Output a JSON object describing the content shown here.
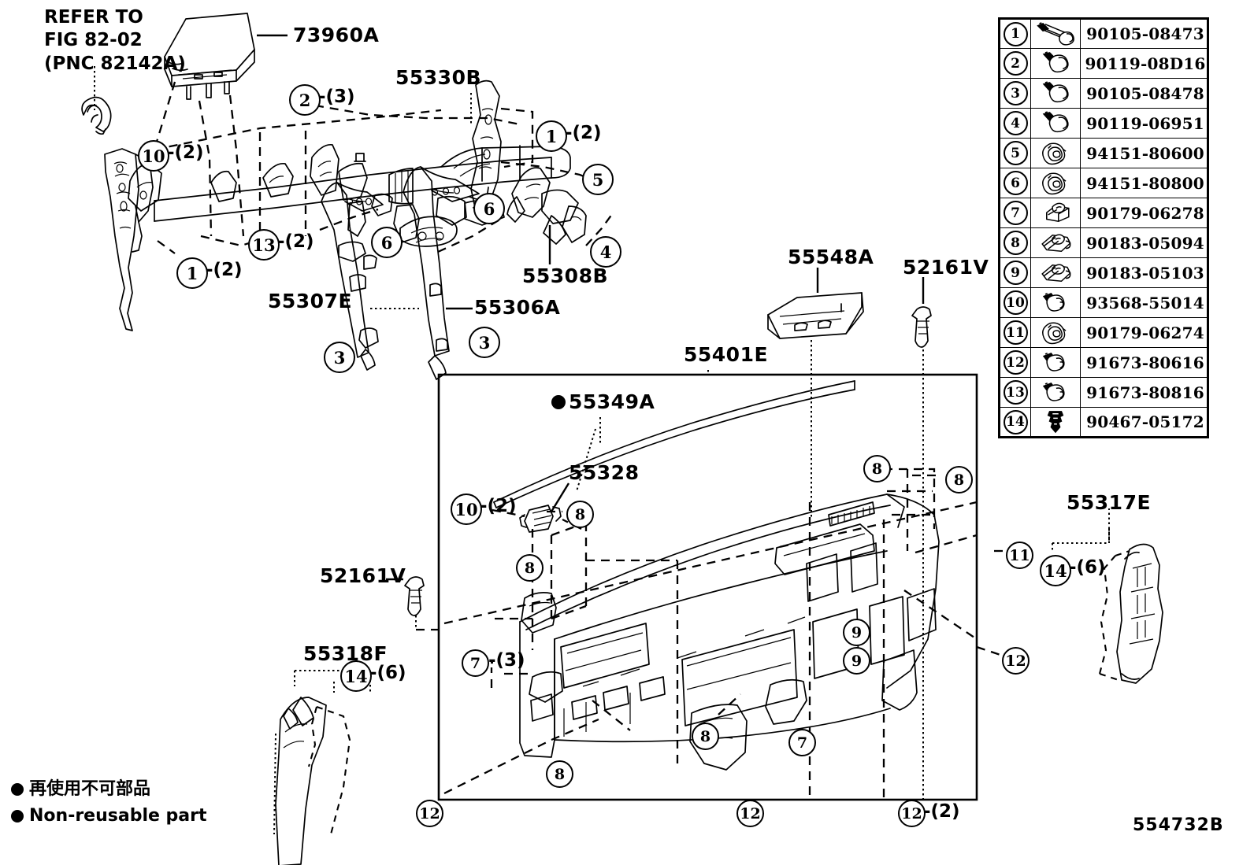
{
  "diagram": {
    "id_code": "554732B",
    "refer_note": "REFER TO\nFIG 82-02\n(PNC 82142A)",
    "legend": {
      "japanese": "再使用不可部品",
      "english": "Non-reusable part"
    }
  },
  "part_labels": [
    {
      "id": "lbl-73960A",
      "text": "73960A"
    },
    {
      "id": "lbl-55330B",
      "text": "55330B"
    },
    {
      "id": "lbl-55308B",
      "text": "55308B"
    },
    {
      "id": "lbl-55307E",
      "text": "55307E"
    },
    {
      "id": "lbl-55306A",
      "text": "55306A"
    },
    {
      "id": "lbl-55548A",
      "text": "55548A"
    },
    {
      "id": "lbl-52161V-top",
      "text": "52161V"
    },
    {
      "id": "lbl-52161V-left",
      "text": "52161V"
    },
    {
      "id": "lbl-55401E",
      "text": "55401E"
    },
    {
      "id": "lbl-55349A",
      "text": "55349A"
    },
    {
      "id": "lbl-55328",
      "text": "55328"
    },
    {
      "id": "lbl-55318F",
      "text": "55318F"
    },
    {
      "id": "lbl-55317E",
      "text": "55317E"
    }
  ],
  "callouts": [
    {
      "id": "c-2-top",
      "num": "2",
      "qty": "-(3)"
    },
    {
      "id": "c-1-right",
      "num": "1",
      "qty": "-(2)"
    },
    {
      "id": "c-10-top",
      "num": "10",
      "qty": "-(2)"
    },
    {
      "id": "c-13",
      "num": "13",
      "qty": "-(2)"
    },
    {
      "id": "c-1-left",
      "num": "1",
      "qty": "-(2)"
    },
    {
      "id": "c-5",
      "num": "5",
      "qty": ""
    },
    {
      "id": "c-6-upper",
      "num": "6",
      "qty": ""
    },
    {
      "id": "c-6-mid",
      "num": "6",
      "qty": ""
    },
    {
      "id": "c-4",
      "num": "4",
      "qty": ""
    },
    {
      "id": "c-3-left",
      "num": "3",
      "qty": ""
    },
    {
      "id": "c-3-right",
      "num": "3",
      "qty": ""
    },
    {
      "id": "c-10-panel",
      "num": "10",
      "qty": "-(2)"
    },
    {
      "id": "c-8-a",
      "num": "8",
      "qty": ""
    },
    {
      "id": "c-8-b",
      "num": "8",
      "qty": ""
    },
    {
      "id": "c-8-c",
      "num": "8",
      "qty": ""
    },
    {
      "id": "c-8-d",
      "num": "8",
      "qty": ""
    },
    {
      "id": "c-8-e",
      "num": "8",
      "qty": ""
    },
    {
      "id": "c-8-f",
      "num": "8",
      "qty": ""
    },
    {
      "id": "c-9-a",
      "num": "9",
      "qty": ""
    },
    {
      "id": "c-9-b",
      "num": "9",
      "qty": ""
    },
    {
      "id": "c-7-left",
      "num": "7",
      "qty": "-(3)"
    },
    {
      "id": "c-7-bottom",
      "num": "7",
      "qty": ""
    },
    {
      "id": "c-11",
      "num": "11",
      "qty": ""
    },
    {
      "id": "c-12-right",
      "num": "12",
      "qty": ""
    },
    {
      "id": "c-14-left",
      "num": "14",
      "qty": "-(6)"
    },
    {
      "id": "c-14-right",
      "num": "14",
      "qty": "-(6)"
    },
    {
      "id": "c-12-bl",
      "num": "12",
      "qty": ""
    },
    {
      "id": "c-12-bm",
      "num": "12",
      "qty": ""
    },
    {
      "id": "c-12-br",
      "num": "12",
      "qty": "-(2)"
    }
  ],
  "parts_table": {
    "rows": [
      {
        "num": "1",
        "part_number": "90105-08473",
        "icon": "long-flange-bolt-icon"
      },
      {
        "num": "2",
        "part_number": "90119-08D16",
        "icon": "flange-bolt-icon"
      },
      {
        "num": "3",
        "part_number": "90105-08478",
        "icon": "flange-bolt-icon"
      },
      {
        "num": "4",
        "part_number": "90119-06951",
        "icon": "flange-bolt-icon"
      },
      {
        "num": "5",
        "part_number": "94151-80600",
        "icon": "flange-nut-icon"
      },
      {
        "num": "6",
        "part_number": "94151-80800",
        "icon": "flange-nut-icon"
      },
      {
        "num": "7",
        "part_number": "90179-06278",
        "icon": "clip-nut-icon"
      },
      {
        "num": "8",
        "part_number": "90183-05094",
        "icon": "u-clip-nut-icon"
      },
      {
        "num": "9",
        "part_number": "90183-05103",
        "icon": "u-clip-nut-icon"
      },
      {
        "num": "10",
        "part_number": "93568-55014",
        "icon": "screw-icon"
      },
      {
        "num": "11",
        "part_number": "90179-06274",
        "icon": "flange-nut-icon"
      },
      {
        "num": "12",
        "part_number": "91673-80616",
        "icon": "screw-icon"
      },
      {
        "num": "13",
        "part_number": "91673-80816",
        "icon": "screw-icon"
      },
      {
        "num": "14",
        "part_number": "90467-05172",
        "icon": "push-clip-icon"
      }
    ]
  }
}
